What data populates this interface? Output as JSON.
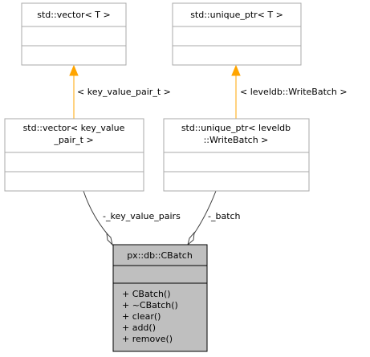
{
  "diagram": {
    "classes": {
      "vector_template": {
        "name_lines": [
          "std::vector< T >"
        ]
      },
      "unique_ptr_template": {
        "name_lines": [
          "std::unique_ptr< T >"
        ]
      },
      "vector_kv": {
        "name_lines": [
          "std::vector< key_value",
          "_pair_t >"
        ]
      },
      "unique_ptr_wb": {
        "name_lines": [
          "std::unique_ptr< leveldb",
          "::WriteBatch >"
        ]
      },
      "cbatch": {
        "name_lines": [
          "px::db::CBatch"
        ],
        "methods": [
          "+ CBatch()",
          "+ ~CBatch()",
          "+ clear()",
          "+ add()",
          "+ remove()"
        ]
      }
    },
    "edges": {
      "template_vector": {
        "label": "< key_value_pair_t >"
      },
      "template_unique_ptr": {
        "label": "< leveldb::WriteBatch >"
      },
      "member_pairs": {
        "label": "-_key_value_pairs"
      },
      "member_batch": {
        "label": "-_batch"
      }
    },
    "colors": {
      "box_border": "#aaaaaa",
      "main_fill": "#bfbfbf",
      "main_border": "#000000",
      "template_arrow": "#ffa500",
      "association": "#404040"
    }
  }
}
